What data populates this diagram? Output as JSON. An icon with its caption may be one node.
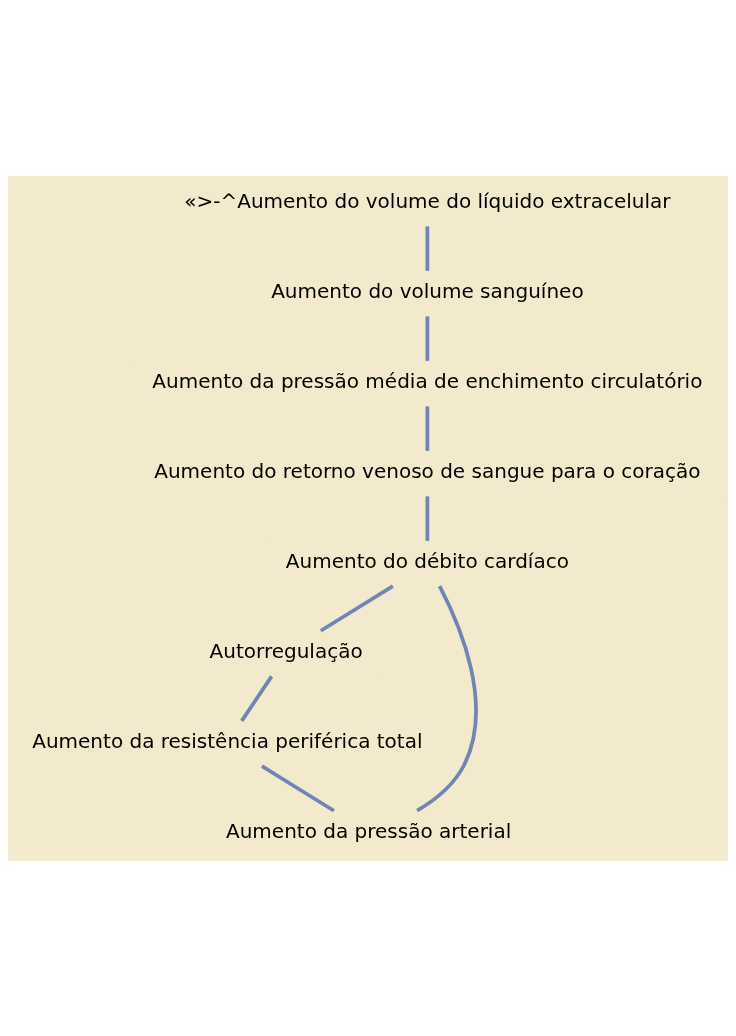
{
  "diagram": {
    "nodes": [
      {
        "text": [
          "«>-^Aumento do volume do líquido extracelular"
        ]
      },
      {
        "text": [
          "Aumento do volume sanguíneo"
        ]
      },
      {
        "text": [
          "Aumento da pressão média de enchimento circulatório"
        ]
      },
      {
        "text": [
          "Aumento do retorno venoso de sangue para o coração"
        ]
      },
      {
        "text": [
          "Aumento do débito cardíaco"
        ]
      },
      {
        "text": [
          "Autorregulação"
        ]
      },
      {
        "text": [
          "Aumento da resistência periférica total"
        ]
      },
      {
        "text": [
          "Aumento da pressão arterial"
        ]
      }
    ],
    "edges": [
      {
        "from": 0,
        "to": 1,
        "arrow": "none"
      },
      {
        "from": 1,
        "to": 2,
        "arrow": "none"
      },
      {
        "from": 2,
        "to": 3,
        "arrow": "none"
      },
      {
        "from": 3,
        "to": 4,
        "arrow": "none"
      },
      {
        "from": 4,
        "to": 5,
        "arrow": "none"
      },
      {
        "from": 5,
        "to": 6,
        "arrow": "none"
      },
      {
        "from": 6,
        "to": 7,
        "arrow": "none"
      },
      {
        "from": 4,
        "to": 7,
        "arrow": "none"
      }
    ]
  }
}
